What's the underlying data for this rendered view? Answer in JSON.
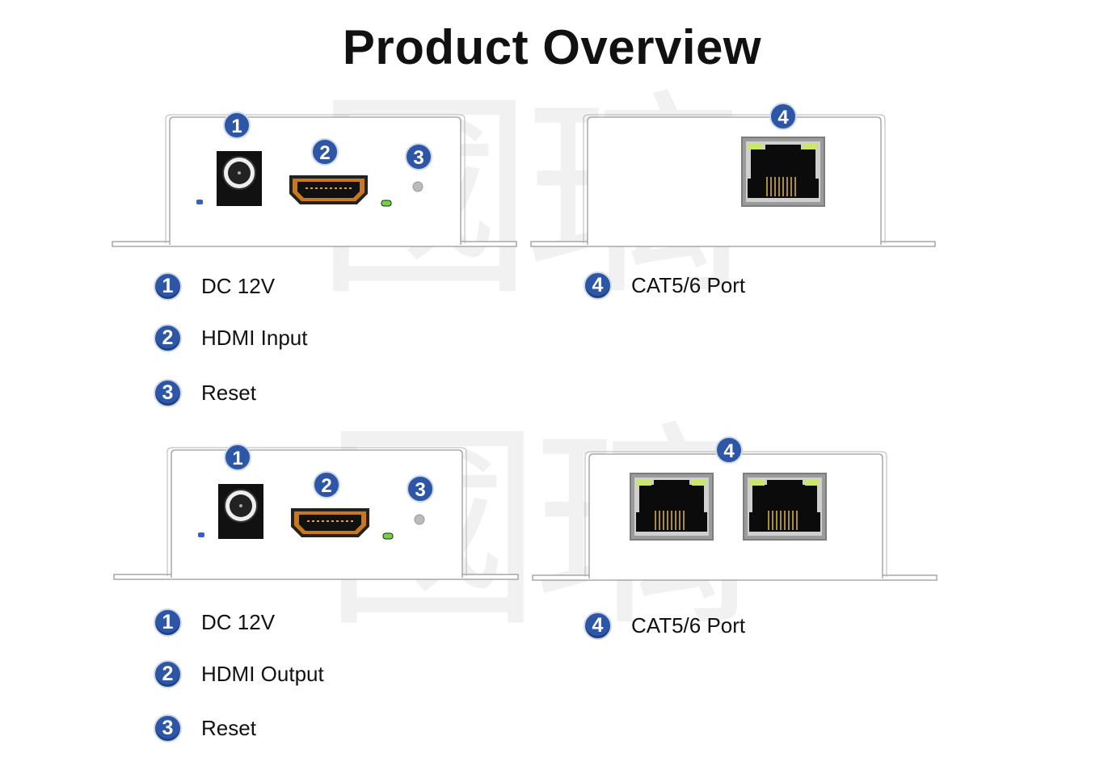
{
  "title": "Product Overview",
  "watermark": "國璃",
  "colors": {
    "badge": "#2d57a6",
    "outline": "#9a9a9a",
    "hdmi": "#c8781e",
    "led_green": "#6dd63d",
    "led_blue": "#3a5bd0"
  },
  "transmitter": {
    "callouts": {
      "dc": "1",
      "hdmi": "2",
      "reset": "3",
      "rj45": "4"
    },
    "legend": [
      {
        "num": "1",
        "label": "DC 12V"
      },
      {
        "num": "2",
        "label": "HDMI Input"
      },
      {
        "num": "3",
        "label": "Reset"
      }
    ],
    "legend_right": {
      "num": "4",
      "label": "CAT5/6 Port"
    }
  },
  "receiver": {
    "callouts": {
      "dc": "1",
      "hdmi": "2",
      "reset": "3",
      "rj45": "4"
    },
    "legend": [
      {
        "num": "1",
        "label": "DC 12V"
      },
      {
        "num": "2",
        "label": "HDMI Output"
      },
      {
        "num": "3",
        "label": "Reset"
      }
    ],
    "legend_right": {
      "num": "4",
      "label": "CAT5/6 Port"
    }
  }
}
